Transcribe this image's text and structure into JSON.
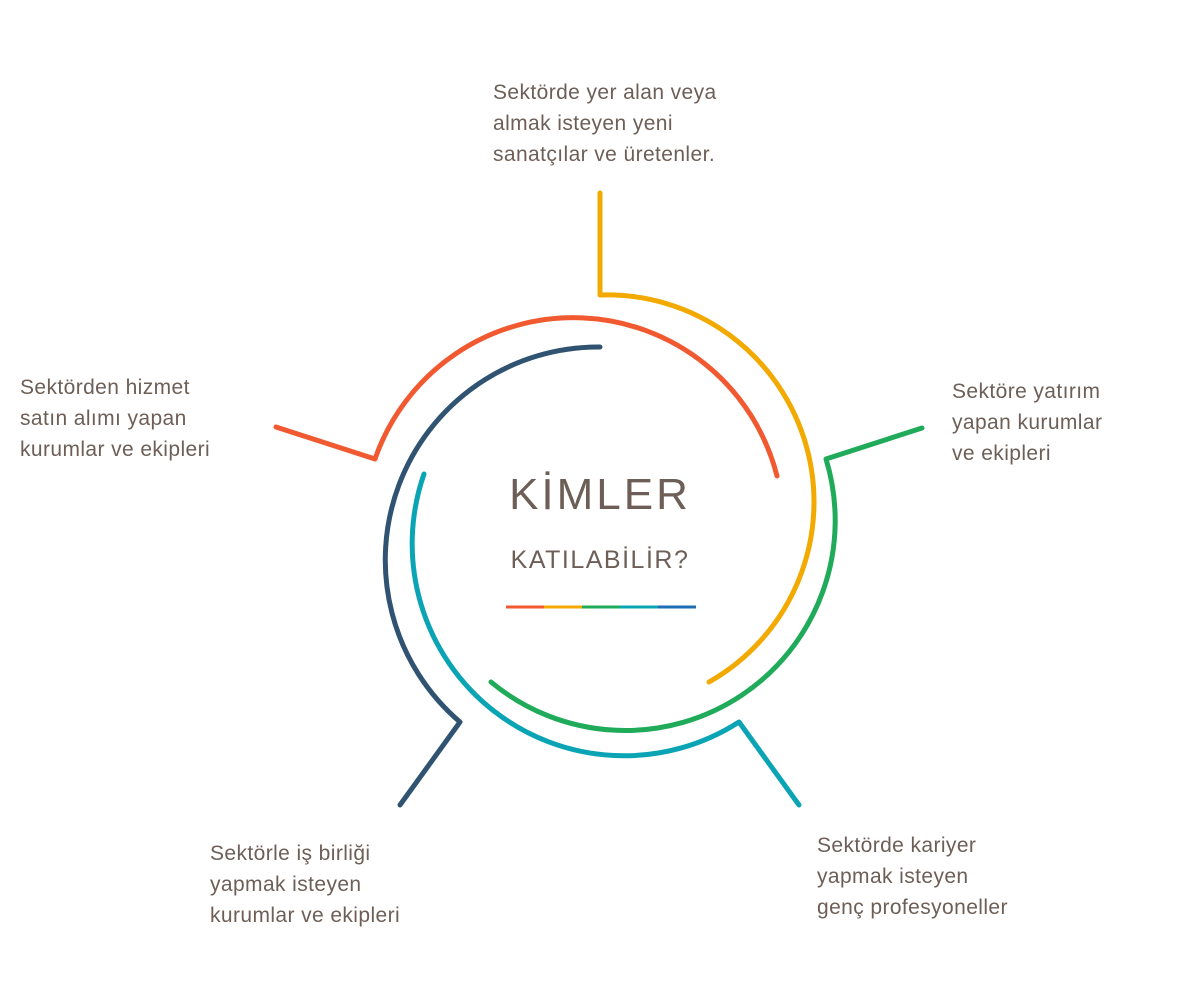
{
  "title": {
    "main": "KİMLER",
    "sub": "KATILABİLİR?"
  },
  "groups": [
    {
      "id": "top",
      "text": "Sektörde yer alan veya\nalmak isteyen yeni\nsanatçılar ve üretenler.",
      "color": "#f2a900"
    },
    {
      "id": "right",
      "text": "Sektöre yatırım\nyapan kurumlar\nve ekipleri",
      "color": "#1fab5a"
    },
    {
      "id": "bright",
      "text": "Sektörde kariyer\nyapmak isteyen\ngenç profesyoneller",
      "color": "#0aa4b5"
    },
    {
      "id": "bleft",
      "text": "Sektörle iş birliği\nyapmak isteyen\nkurumlar ve ekipleri",
      "color": "#2f5370"
    },
    {
      "id": "left",
      "text": "Sektörden hizmet\nsatın alımı yapan\nkurumlar ve ekipleri",
      "color": "#f15a30"
    }
  ],
  "underline_colors": [
    "#f15a30",
    "#f2a900",
    "#1fab5a",
    "#0aa4b5",
    "#1f6db5"
  ]
}
